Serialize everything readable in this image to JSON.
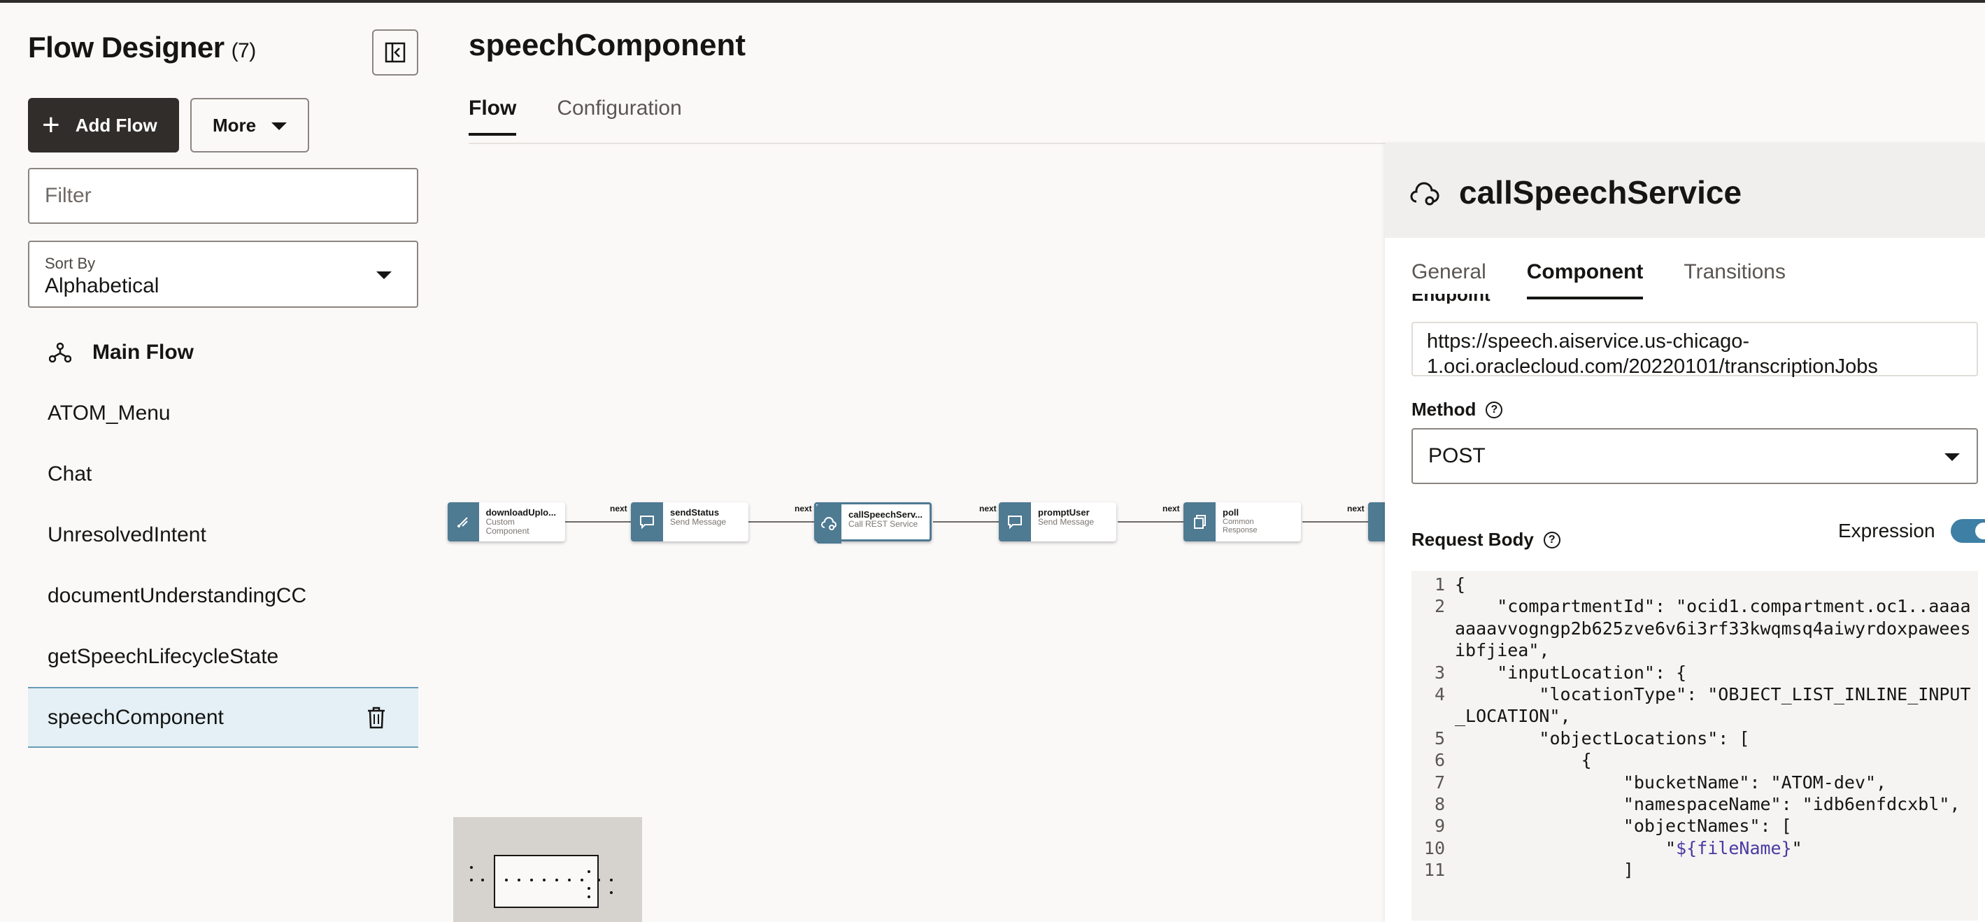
{
  "sidebar": {
    "title": "Flow Designer",
    "count": "(7)",
    "add_flow_label": "Add Flow",
    "more_label": "More",
    "filter_placeholder": "Filter",
    "sort_label": "Sort By",
    "sort_value": "Alphabetical",
    "main_flow_label": "Main Flow",
    "flows": [
      "ATOM_Menu",
      "Chat",
      "UnresolvedIntent",
      "documentUnderstandingCC",
      "getSpeechLifecycleState",
      "speechComponent"
    ],
    "selected_flow": "speechComponent"
  },
  "main": {
    "title": "speechComponent",
    "tabs": [
      "Flow",
      "Configuration"
    ],
    "active_tab": "Flow"
  },
  "canvas": {
    "nodes": [
      {
        "name": "downloadUplo...",
        "type": "Custom Component",
        "icon": "custom-component-icon"
      },
      {
        "name": "sendStatus",
        "type": "Send Message",
        "icon": "chat-bubble-icon"
      },
      {
        "name": "callSpeechServ...",
        "type": "Call REST Service",
        "icon": "cloud-rest-icon"
      },
      {
        "name": "promptUser",
        "type": "Send Message",
        "icon": "chat-bubble-icon"
      },
      {
        "name": "poll",
        "type": "Common Response",
        "icon": "common-response-icon"
      }
    ],
    "transition_label": "next"
  },
  "panel": {
    "title": "callSpeechService",
    "tabs": [
      "General",
      "Component",
      "Transitions"
    ],
    "active_tab": "Component",
    "endpoint_label": "Endpoint",
    "endpoint_value": "https://speech.aiservice.us-chicago-1.oci.oraclecloud.com/20220101/transcriptionJobs",
    "method_label": "Method",
    "method_value": "POST",
    "request_body_label": "Request Body",
    "expression_label": "Expression",
    "expression_enabled": true,
    "code_lines": [
      "{",
      "    \"compartmentId\": \"ocid1.compartment.oc1..aaaaaaaavvogngp2b625zve6v6i3rf33kwqmsq4aiwyrdoxpaweesibfjiea\",",
      "    \"inputLocation\": {",
      "        \"locationType\": \"OBJECT_LIST_INLINE_INPUT_LOCATION\",",
      "        \"objectLocations\": [",
      "            {",
      "                \"bucketName\": \"ATOM-dev\",",
      "                \"namespaceName\": \"idb6enfdcxbl\",",
      "                \"objectNames\": [",
      "                    \"${fileName}\"",
      "                ]"
    ]
  },
  "colors": {
    "accent": "#4e7a92",
    "toggle_on": "#3e7fa6",
    "dark_button": "#312d2a",
    "selected_row": "#e4f0f5"
  }
}
